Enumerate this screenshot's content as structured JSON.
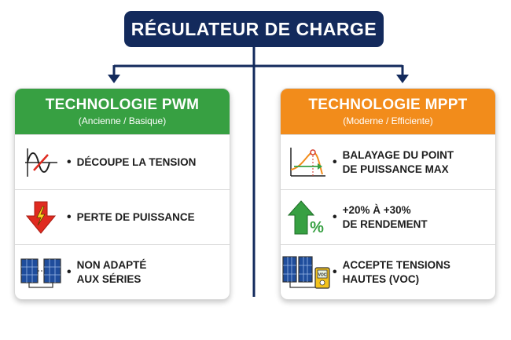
{
  "title": "RÉGULATEUR DE CHARGE",
  "pwm": {
    "title": "TECHNOLOGIE PWM",
    "subtitle": "(Ancienne / Basique)",
    "items": [
      {
        "icon": "chopped-sine-wave-icon",
        "lines": [
          "DÉCOUPE LA TENSION"
        ]
      },
      {
        "icon": "power-loss-arrow-icon",
        "lines": [
          "PERTE DE PUISSANCE"
        ]
      },
      {
        "icon": "solar-panels-icon",
        "lines": [
          "NON ADAPTÉ",
          "AUX SÉRIES"
        ]
      }
    ]
  },
  "mppt": {
    "title": "TECHNOLOGIE MPPT",
    "subtitle": "(Moderne / Efficiente)",
    "items": [
      {
        "icon": "power-curve-icon",
        "lines": [
          "BALAYAGE DU POINT",
          "DE PUISSANCE MAX"
        ]
      },
      {
        "icon": "efficiency-up-arrow-icon",
        "badge": "%",
        "lines": [
          "+20% À +30%",
          "DE RENDEMENT"
        ]
      },
      {
        "icon": "solar-panels-voltmeter-icon",
        "badge": "VOC",
        "lines": [
          "ACCEPTE TENSIONS",
          "HAUTES (VOC)"
        ]
      }
    ]
  },
  "colors": {
    "navy": "#132a5c",
    "green": "#37a042",
    "orange": "#f28c1b",
    "red": "#e02b20"
  }
}
